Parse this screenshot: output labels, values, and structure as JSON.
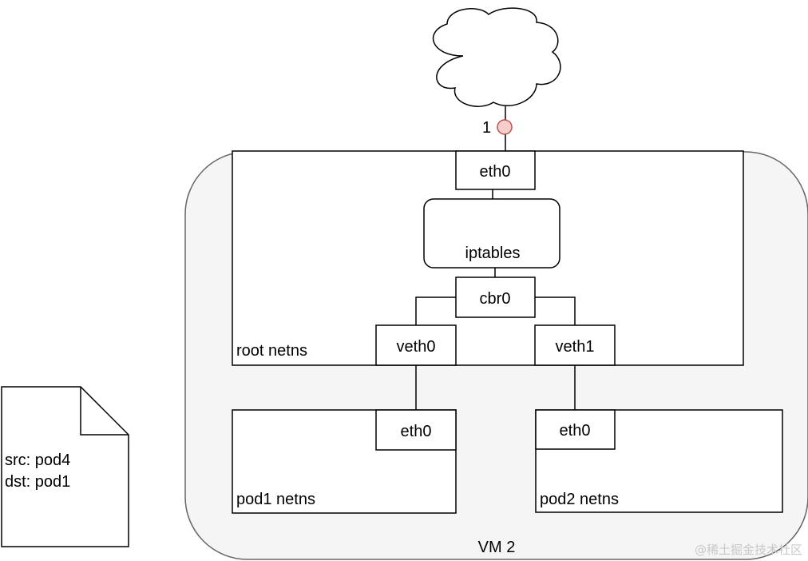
{
  "diagram": {
    "internet_cloud_label": "",
    "connection_marker_label": "1",
    "vm": {
      "label": "VM 2"
    },
    "root_netns": {
      "label": "root netns",
      "eth0": "eth0",
      "iptables": "iptables",
      "cbr0": "cbr0",
      "veth0": "veth0",
      "veth1": "veth1"
    },
    "pod1": {
      "label": "pod1 netns",
      "eth0": "eth0"
    },
    "pod2": {
      "label": "pod2 netns",
      "eth0": "eth0"
    },
    "packet": {
      "src": "src: pod4",
      "dst": "dst: pod1"
    },
    "watermark": "@稀土掘金技术社区"
  },
  "colors": {
    "vm_fill": "#f5f5f5",
    "vm_stroke": "#666666",
    "marker_fill": "#f8cecc",
    "marker_stroke": "#b85450",
    "line": "#000000"
  }
}
